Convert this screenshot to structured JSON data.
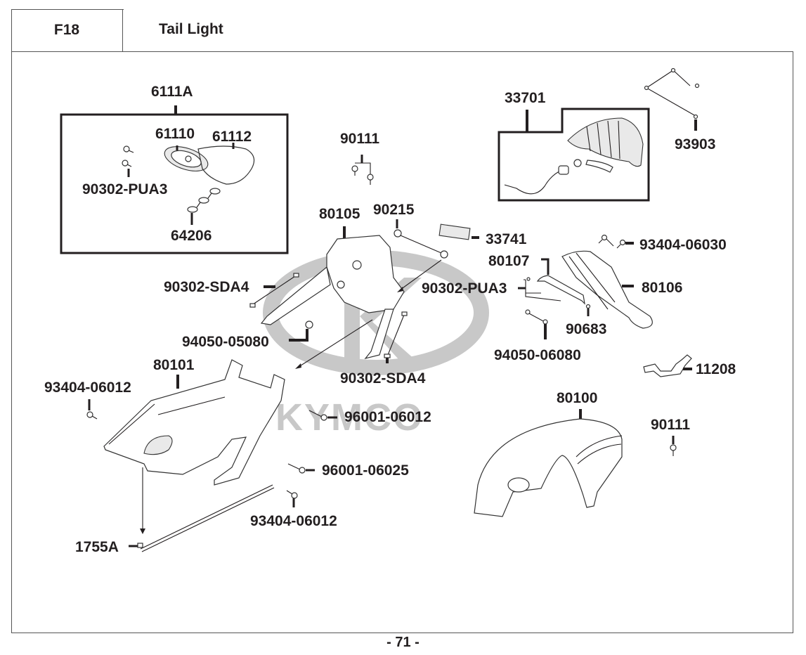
{
  "header": {
    "section_code": "F18",
    "section_title": "Tail Light"
  },
  "watermark": "KYMCO",
  "callouts": [
    {
      "id": "6111A",
      "label": "6111A"
    },
    {
      "id": "61110",
      "label": "61110"
    },
    {
      "id": "61112",
      "label": "61112"
    },
    {
      "id": "90302-PUA3-a",
      "label": "90302-PUA3"
    },
    {
      "id": "64206",
      "label": "64206"
    },
    {
      "id": "90111-a",
      "label": "90111"
    },
    {
      "id": "33701",
      "label": "33701"
    },
    {
      "id": "93903",
      "label": "93903"
    },
    {
      "id": "80105",
      "label": "80105"
    },
    {
      "id": "90215",
      "label": "90215"
    },
    {
      "id": "33741",
      "label": "33741"
    },
    {
      "id": "93404-06030",
      "label": "93404-06030"
    },
    {
      "id": "80107",
      "label": "80107"
    },
    {
      "id": "90302-SDA4-a",
      "label": "90302-SDA4"
    },
    {
      "id": "90302-PUA3-b",
      "label": "90302-PUA3"
    },
    {
      "id": "80106",
      "label": "80106"
    },
    {
      "id": "90683",
      "label": "90683"
    },
    {
      "id": "94050-05080",
      "label": "94050-05080"
    },
    {
      "id": "94050-06080",
      "label": "94050-06080"
    },
    {
      "id": "80101",
      "label": "80101"
    },
    {
      "id": "90302-SDA4-b",
      "label": "90302-SDA4"
    },
    {
      "id": "11208",
      "label": "11208"
    },
    {
      "id": "93404-06012-a",
      "label": "93404-06012"
    },
    {
      "id": "96001-06012",
      "label": "96001-06012"
    },
    {
      "id": "80100",
      "label": "80100"
    },
    {
      "id": "90111-b",
      "label": "90111"
    },
    {
      "id": "96001-06025",
      "label": "96001-06025"
    },
    {
      "id": "93404-06012-b",
      "label": "93404-06012"
    },
    {
      "id": "1755A",
      "label": "1755A"
    }
  ],
  "footer": {
    "page_number": "- 71 -"
  }
}
